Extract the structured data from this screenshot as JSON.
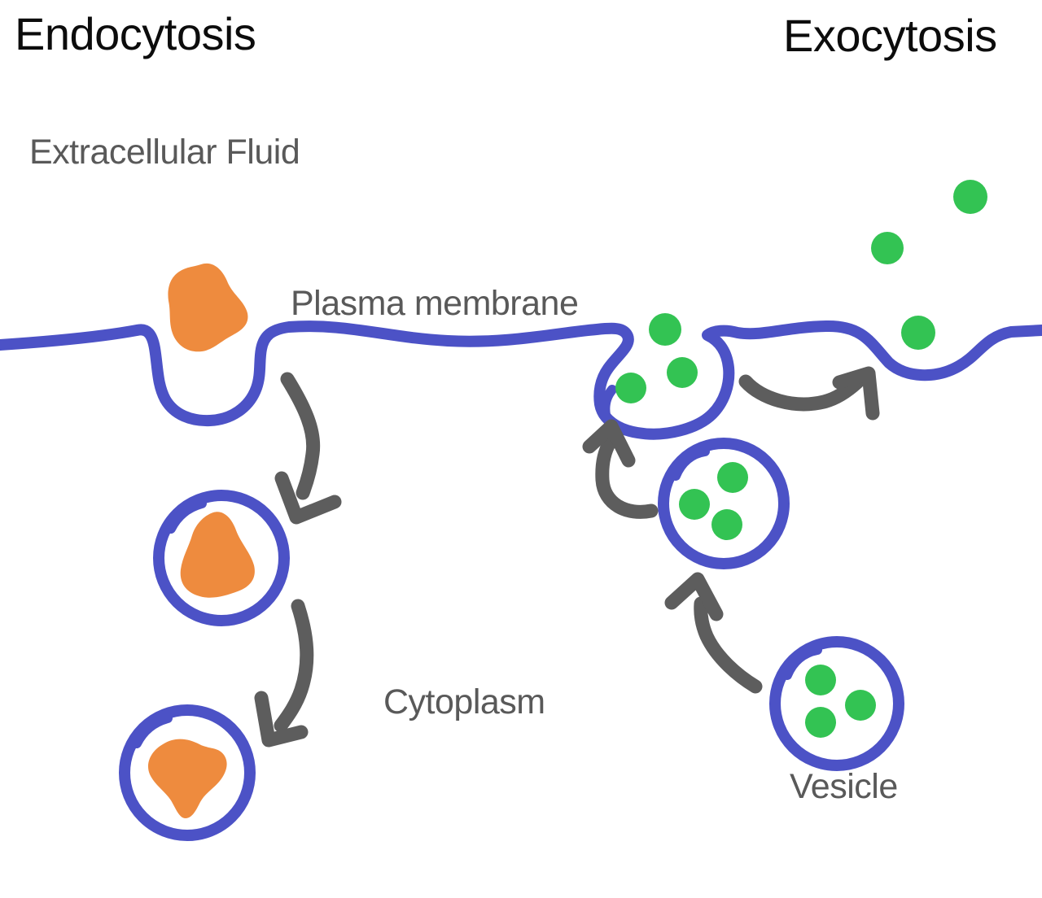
{
  "diagram": {
    "title_left": "Endocytosis",
    "title_right": "Exocytosis",
    "labels": {
      "extracellular_fluid": "Extracellular Fluid",
      "plasma_membrane": "Plasma membrane",
      "cytoplasm": "Cytoplasm",
      "vesicle": "Vesicle"
    },
    "colors": {
      "membrane_blue": "#4c52c6",
      "cargo_orange": "#ee8b3e",
      "molecule_green": "#33c353",
      "arrow_gray": "#5d5d5d",
      "label_gray": "#595959",
      "title_black": "#0c0c0c",
      "background": "#ffffff"
    }
  }
}
